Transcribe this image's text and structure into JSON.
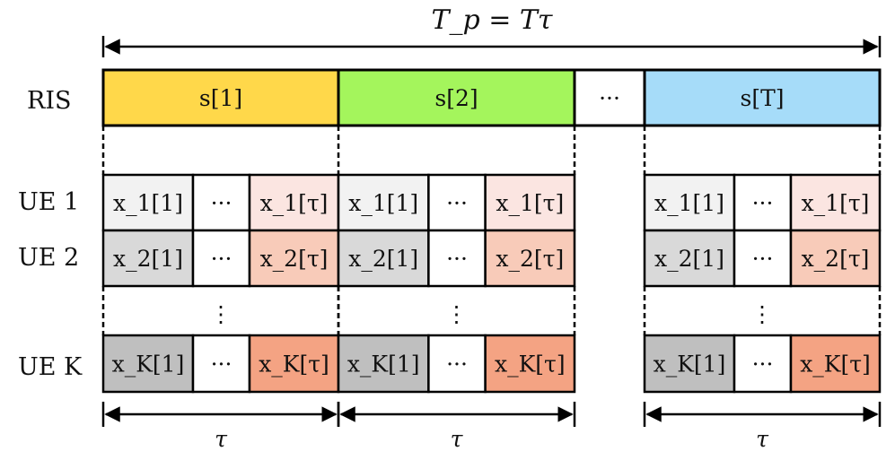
{
  "title": "T_p = Tτ",
  "ris": {
    "label": "RIS",
    "slots": [
      {
        "text": "s[1]",
        "color": "#FFD84A"
      },
      {
        "text": "s[2]",
        "color": "#A4F55C"
      },
      {
        "text": "···",
        "color": "#FFFFFF"
      },
      {
        "text": "s[T]",
        "color": "#A6DCF9"
      }
    ]
  },
  "ues": [
    {
      "label": "UE 1",
      "cells": [
        "x_1[1]",
        "···",
        "x_1[τ]"
      ],
      "colors": [
        "#F2F2F2",
        "#FFFFFF",
        "#FBE5E1"
      ]
    },
    {
      "label": "UE 2",
      "cells": [
        "x_2[1]",
        "···",
        "x_2[τ]"
      ],
      "colors": [
        "#D9D9D9",
        "#FFFFFF",
        "#F8CBB9"
      ]
    },
    {
      "label": "UE K",
      "cells": [
        "x_K[1]",
        "···",
        "x_K[τ]"
      ],
      "colors": [
        "#BFBFBF",
        "#FFFFFF",
        "#F4A383"
      ]
    }
  ],
  "vdots": "⋮",
  "block_label": "τ"
}
